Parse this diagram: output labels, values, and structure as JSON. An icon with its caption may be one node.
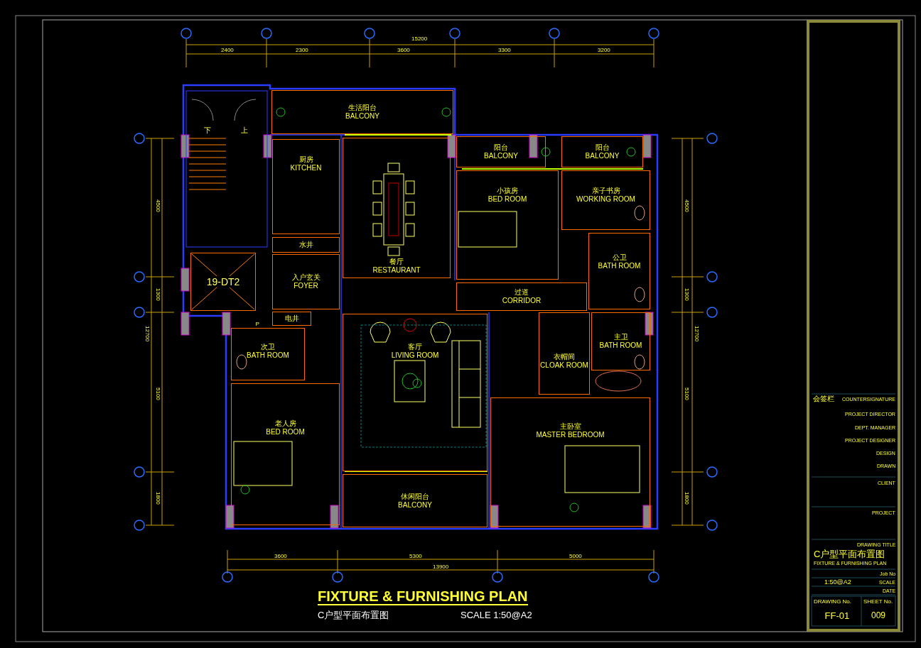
{
  "diagram": {
    "title": "FIXTURE & FURNISHING PLAN",
    "nodes": [
      {
        "text": [
          "生活阳台",
          "BALCONY"
        ]
      },
      {
        "text": [
          "厨房",
          "KITCHEN"
        ]
      },
      {
        "text": [
          "水井"
        ]
      },
      {
        "text": [
          "入户玄关",
          "FOYER"
        ]
      },
      {
        "text": [
          "电井"
        ]
      },
      {
        "text": [
          "次卫",
          "BATH ROOM"
        ]
      },
      {
        "text": [
          "老人房",
          "BED ROOM"
        ]
      },
      {
        "text": [
          "餐厅",
          "RESTAURANT"
        ]
      },
      {
        "text": [
          "客厅",
          "LIVING ROOM"
        ]
      },
      {
        "text": [
          "休闲阳台",
          "BALCONY"
        ]
      },
      {
        "text": [
          "阳台",
          "BALCONY"
        ]
      },
      {
        "text": [
          "阳台",
          "BALCONY"
        ]
      },
      {
        "text": [
          "小孩房",
          "BED ROOM"
        ]
      },
      {
        "text": [
          "亲子书房",
          "WORKING ROOM"
        ]
      },
      {
        "text": [
          "公卫",
          "BATH ROOM"
        ]
      },
      {
        "text": [
          "过道",
          "CORRIDOR"
        ]
      },
      {
        "text": [
          "衣帽间",
          "CLOAK ROOM"
        ]
      },
      {
        "text": [
          "主卫",
          "BATH ROOM"
        ]
      },
      {
        "text": [
          "主卧室",
          "MASTER BEDROOM"
        ]
      },
      {
        "text": [
          "19-DT2"
        ]
      }
    ],
    "labels": [
      "15200",
      "2400",
      "2300",
      "3600",
      "3300",
      "3200",
      "下",
      "上",
      "4500",
      "4500",
      "1300",
      "1300",
      "12700",
      "12700",
      "5100",
      "5100",
      "P",
      "1800",
      "1800",
      "3600",
      "5300",
      "5000",
      "13900",
      "C户型平面布置图",
      "SCALE 1:50@A2",
      "会签栏",
      "COUNTERSIGNATURE",
      "PROJECT DIRECTOR",
      "DEPT. MANAGER",
      "PROJECT DESIGNER",
      "DESIGN",
      "DRAWN",
      "CLIENT",
      "PROJECT",
      "DRAWING TITLE",
      "C户型平面布置图",
      "FIXTURE & FURNISHING PLAN",
      "Job No",
      "1:50@A2",
      "SCALE",
      "DATE",
      "DRAWING No.",
      "SHEET No.",
      "FF-01",
      "009"
    ]
  }
}
